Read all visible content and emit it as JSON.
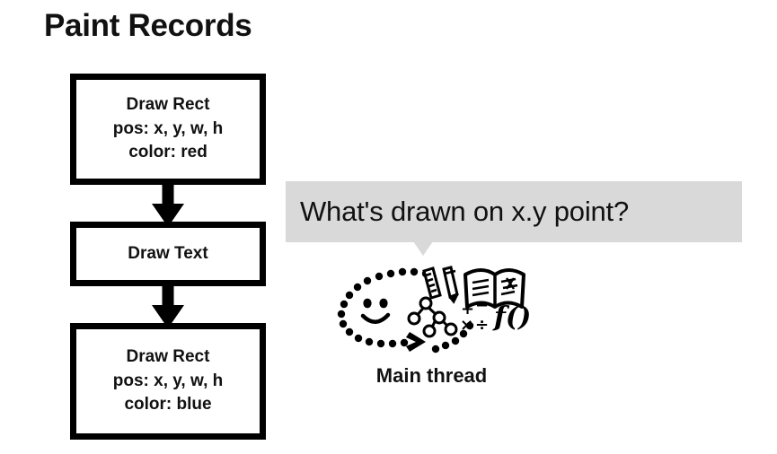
{
  "page": {
    "title": "Paint Records",
    "background_color": "#ffffff",
    "text_color": "#111111"
  },
  "paint_records": {
    "boxes": [
      {
        "id": "draw-rect-red",
        "lines": [
          "Draw Rect",
          "pos: x, y, w, h",
          "color: red"
        ]
      },
      {
        "id": "draw-text",
        "lines": [
          "Draw Text"
        ]
      },
      {
        "id": "draw-rect-blue",
        "lines": [
          "Draw Rect",
          "pos: x, y, w, h",
          "color: blue"
        ]
      }
    ],
    "connector_icon": "down-arrow-icon",
    "border_color": "#000000"
  },
  "question": {
    "bubble_text": "What's drawn on x.y point?",
    "bubble_color": "#d9d9d9",
    "tail_icon": "speech-bubble-tail-icon"
  },
  "main_thread": {
    "label": "Main thread",
    "illustration_icon": "thinking-loop-icon",
    "elements": [
      "smiley-face-icon",
      "ruler-icon",
      "pencil-icon",
      "open-book-icon",
      "tree-diagram-icon",
      "math-symbols-icon",
      "function-notation-icon",
      "dotted-loop-arrow-icon"
    ],
    "math_symbols": "+ - × ÷",
    "function_notation": "f()"
  }
}
